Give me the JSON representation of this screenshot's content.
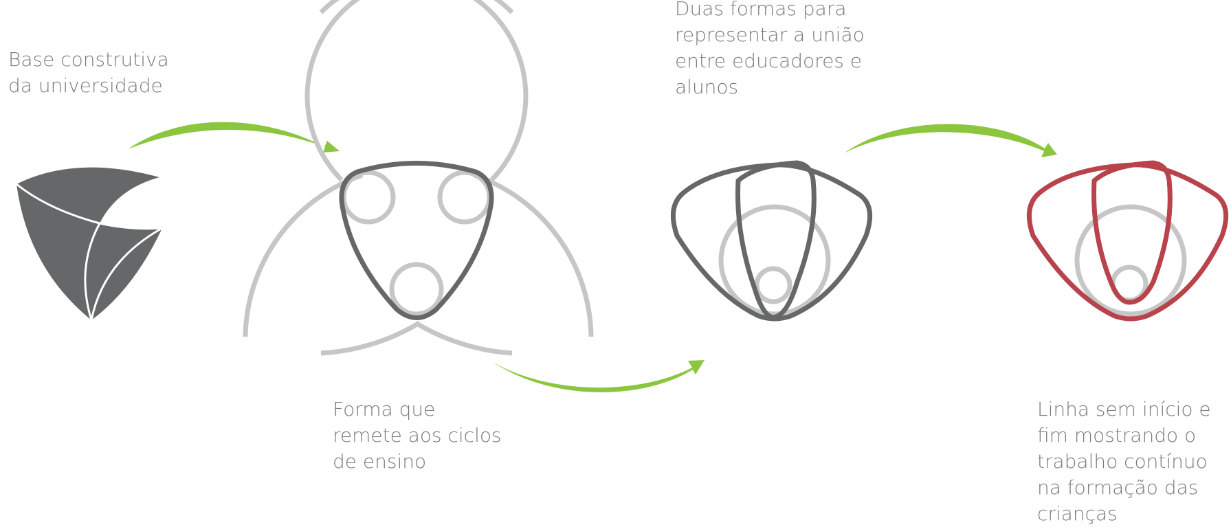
{
  "captions": {
    "base": [
      "Base construtiva",
      "da universidade"
    ],
    "forma": [
      "Forma que",
      "remete aos ciclos",
      "de ensino"
    ],
    "duas": [
      "Duas formas para",
      "representar a união",
      "entre educadores e",
      "alunos"
    ],
    "linha": [
      "Linha sem início e",
      "fim mostrando o",
      "trabalho contínuo",
      "na formação das",
      "crianças"
    ]
  },
  "colors": {
    "text": "#7a7a7a",
    "dark": "#666769",
    "light": "#c6c6c6",
    "arrow": "#8cc63f",
    "accent": "#b8434b"
  },
  "icons": [
    "shield-logo-icon",
    "triquetra-construction-icon",
    "united-shapes-icon",
    "final-logo-icon"
  ]
}
